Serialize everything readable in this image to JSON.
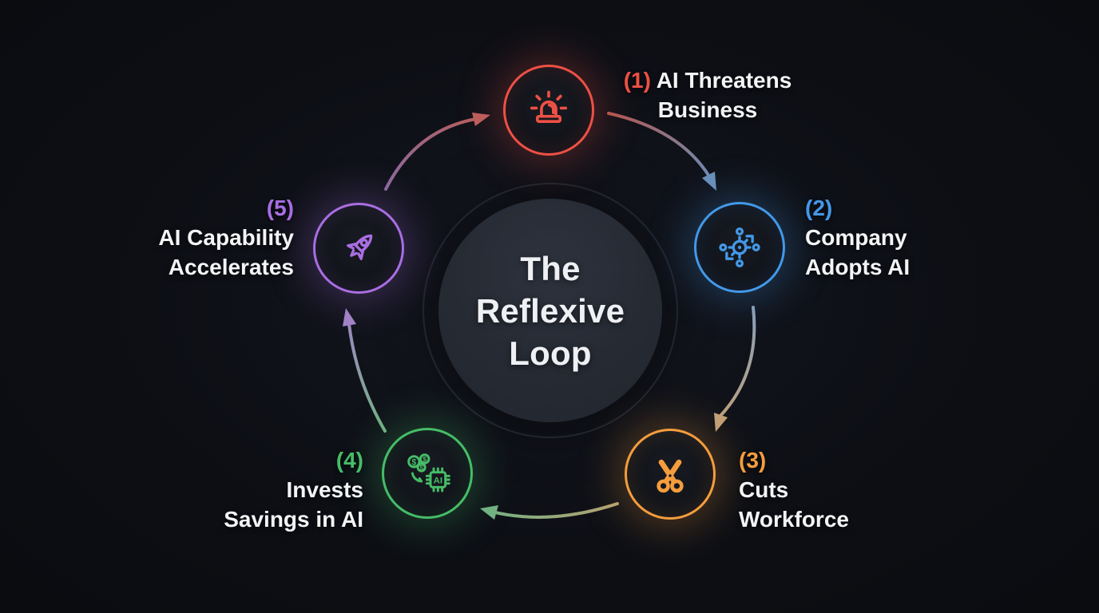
{
  "diagram": {
    "title": "The Reflexive Loop",
    "center": {
      "lines": [
        "The",
        "Reflexive",
        "Loop"
      ]
    },
    "nodes": [
      {
        "number": "(1)",
        "lines": [
          "AI Threatens",
          "Business"
        ],
        "color": "#ee5045",
        "icon": "alarm-siren-icon"
      },
      {
        "number": "(2)",
        "lines": [
          "Company",
          "Adopts AI"
        ],
        "color": "#4398e8",
        "icon": "gear-network-icon"
      },
      {
        "number": "(3)",
        "lines": [
          "Cuts",
          "Workforce"
        ],
        "color": "#f59d3d",
        "icon": "scissors-icon"
      },
      {
        "number": "(4)",
        "lines": [
          "Invests",
          "Savings in AI"
        ],
        "color": "#46bd67",
        "icon": "money-to-ai-chip-icon"
      },
      {
        "number": "(5)",
        "lines": [
          "AI Capability",
          "Accelerates"
        ],
        "color": "#a96ee2",
        "icon": "rocket-icon"
      }
    ],
    "arrows": [
      {
        "from": 1,
        "to": 2
      },
      {
        "from": 2,
        "to": 3
      },
      {
        "from": 3,
        "to": 4
      },
      {
        "from": 4,
        "to": 5
      },
      {
        "from": 5,
        "to": 1
      }
    ]
  }
}
